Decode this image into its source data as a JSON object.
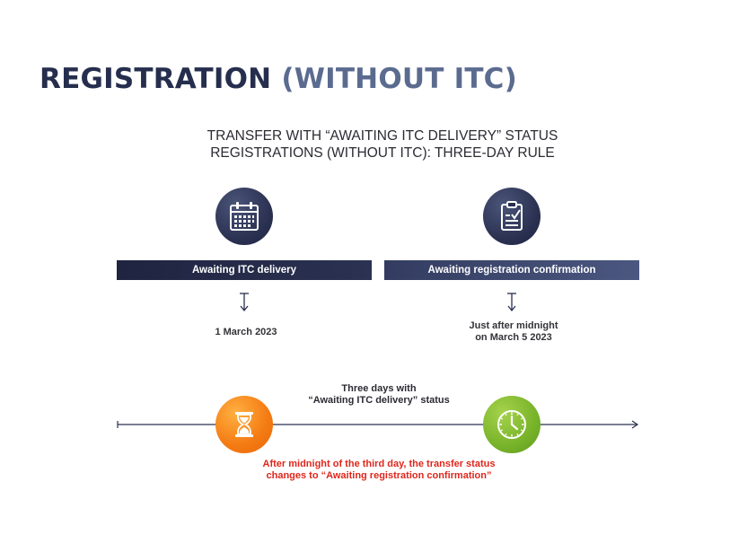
{
  "page": {
    "title_part1": "REGISTRATION",
    "title_part2": "(WITHOUT ITC)",
    "subtitle_line1": "TRANSFER WITH “AWAITING ITC DELIVERY” STATUS",
    "subtitle_line2": "REGISTRATIONS (WITHOUT ITC): THREE-DAY RULE"
  },
  "stages": [
    {
      "label": "Awaiting ITC delivery",
      "icon": "calendar-icon",
      "date_lines": [
        "1 March 2023"
      ]
    },
    {
      "label": "Awaiting registration confirmation",
      "icon": "clipboard-check-icon",
      "date_lines": [
        "Just after midnight",
        "on March 5 2023"
      ]
    }
  ],
  "timeline": {
    "duration_lines": [
      "Three days with",
      "“Awaiting ITC delivery” status"
    ],
    "start_icon": "hourglass-icon",
    "end_icon": "clock-icon",
    "note_lines": [
      "After midnight of the third day, the transfer status",
      "changes to “Awaiting registration confirmation”"
    ]
  },
  "colors": {
    "title_dark": "#262e4e",
    "title_light": "#5b6b90",
    "bar_left": "#1f2440",
    "bar_right": "#4b5780",
    "orange": "#f47a13",
    "green": "#78b32a",
    "note_red": "#e0261c"
  }
}
